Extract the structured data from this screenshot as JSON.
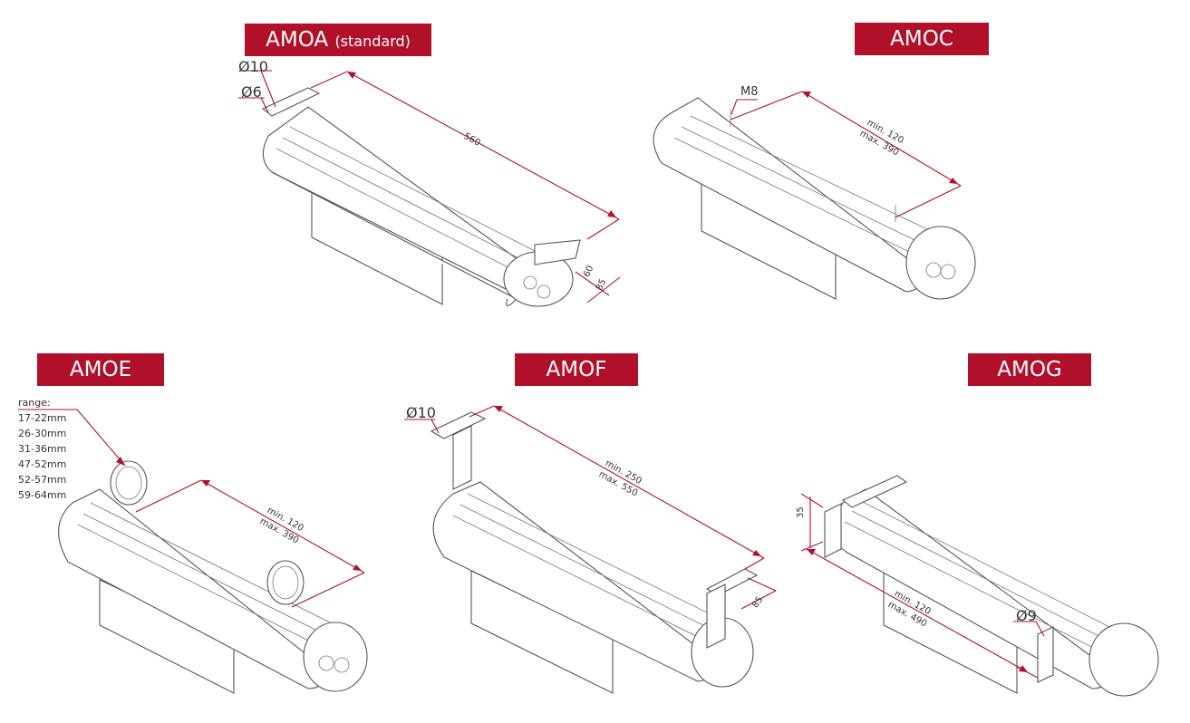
{
  "banners": {
    "amoa": "AMOA",
    "amoa_sub": "(standard)",
    "amoc": "AMOC",
    "amoe": "AMOE",
    "amof": "AMOF",
    "amog": "AMOG"
  },
  "amoa": {
    "d10": "Ø10",
    "d6": "Ø6",
    "length": "560",
    "w60": "60",
    "w85": "85"
  },
  "amoc": {
    "m8": "M8",
    "min": "min. 120",
    "max": "max. 390"
  },
  "amoe": {
    "range_title": "range:",
    "ranges": [
      "17-22mm",
      "26-30mm",
      "31-36mm",
      "47-52mm",
      "52-57mm",
      "59-64mm"
    ],
    "min": "min. 120",
    "max": "max. 390"
  },
  "amof": {
    "d10": "Ø10",
    "min": "min. 250",
    "max": "max. 550",
    "w85": "85"
  },
  "amog": {
    "h35": "35",
    "d9": "Ø9",
    "min": "min. 120",
    "max": "max. 490"
  },
  "colors": {
    "accent": "#b0102a",
    "line": "#555555"
  }
}
